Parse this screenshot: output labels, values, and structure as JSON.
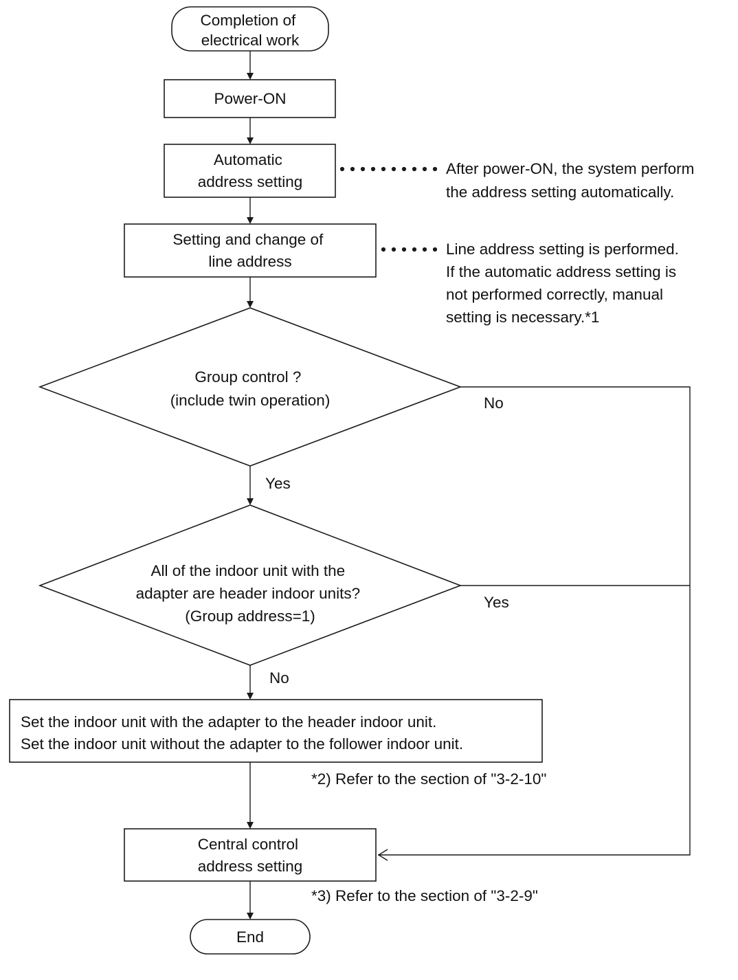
{
  "nodes": {
    "start": {
      "lines": [
        "Completion of",
        "electrical work"
      ]
    },
    "power_on": {
      "lines": [
        "Power-ON"
      ]
    },
    "auto_address": {
      "lines": [
        "Automatic",
        "address setting"
      ]
    },
    "line_address": {
      "lines": [
        "Setting and change of",
        "line address"
      ]
    },
    "group_control": {
      "lines": [
        "Group control ?",
        "(include twin operation)"
      ]
    },
    "all_header": {
      "lines": [
        "All of the indoor unit with the",
        "adapter are header indoor units?",
        "(Group address=1)"
      ]
    },
    "set_units": {
      "lines": [
        "Set the indoor unit with the adapter to the header indoor unit.",
        "Set the indoor unit without the adapter to the follower indoor unit."
      ]
    },
    "central_address": {
      "lines": [
        "Central control",
        "address setting"
      ]
    },
    "end": {
      "lines": [
        "End"
      ]
    }
  },
  "edge_labels": {
    "group_no": "No",
    "group_yes": "Yes",
    "header_yes": "Yes",
    "header_no": "No"
  },
  "annotations": {
    "auto_address_note": [
      "After power-ON, the system perform",
      "the address setting automatically."
    ],
    "line_address_note": [
      "Line address setting is performed.",
      "If the automatic address setting is",
      "not performed correctly, manual",
      "setting is necessary.*1"
    ],
    "refer_3_2_10": "*2) Refer to the section of \"3-2-10\"",
    "refer_3_2_9": "*3) Refer to the section of \"3-2-9\""
  }
}
